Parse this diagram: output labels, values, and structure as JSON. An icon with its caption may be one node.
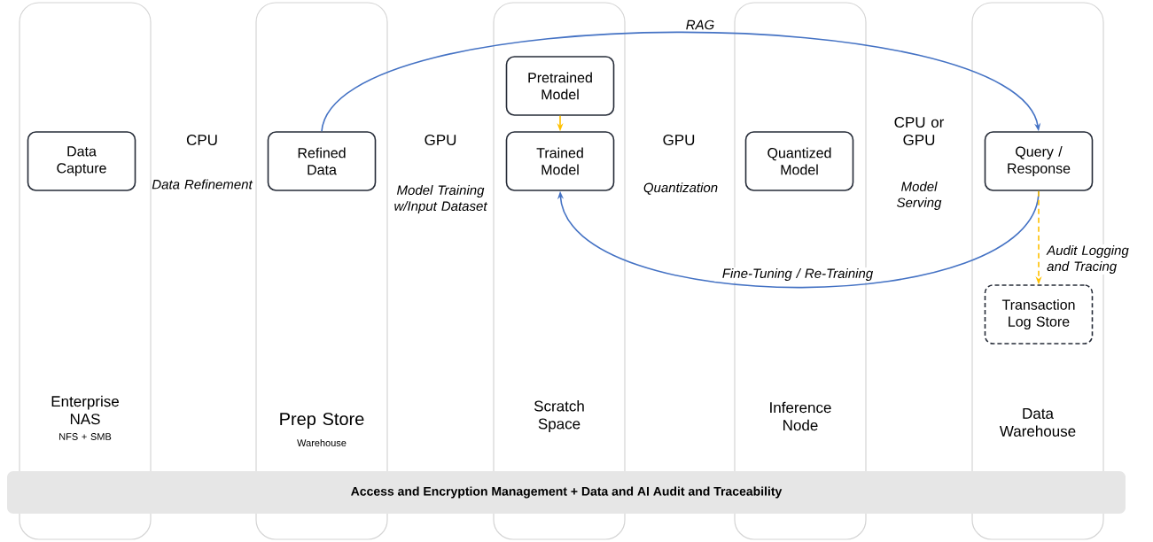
{
  "diagram": {
    "nodes": [
      {
        "text": [
          "Enterprise NAS",
          "NFS + SMB"
        ]
      },
      {
        "text": [
          "Data Capture"
        ],
        "in": 0
      },
      {
        "text": [
          "Prep Store",
          "Warehouse"
        ]
      },
      {
        "text": [
          "Refined Data"
        ],
        "in": 2
      },
      {
        "text": [
          "Scratch Space"
        ]
      },
      {
        "text": [
          "Pretrained Model"
        ],
        "in": 4
      },
      {
        "text": [
          "Trained Model"
        ],
        "in": 4
      },
      {
        "text": [
          "Inference Node"
        ]
      },
      {
        "text": [
          "Quantized Model"
        ],
        "in": 7
      },
      {
        "text": [
          "Data Warehouse"
        ]
      },
      {
        "text": [
          "Query / Response"
        ],
        "in": 9
      },
      {
        "text": [
          "Transaction Log Store"
        ],
        "in": 9
      },
      {
        "text": [
          "Access and Encryption Management + Data and AI Audit and Traceability"
        ]
      }
    ],
    "edges": [
      {
        "from": 3,
        "to": 10,
        "arrow": "to",
        "label": "RAG",
        "color": "#4472c4"
      },
      {
        "from": 10,
        "to": 6,
        "arrow": "to",
        "label": "Fine-Tuning / Re-Training",
        "color": "#4472c4"
      },
      {
        "from": 5,
        "to": 6,
        "arrow": "to",
        "color": "#ffc000"
      },
      {
        "from": 10,
        "to": 11,
        "arrow": "to",
        "label": "Audit Logging and Tracing",
        "style": "dashed",
        "color": "#ffc000"
      }
    ],
    "labels": [
      "CPU",
      "Data Refinement",
      "GPU",
      "Model Training w/Input Dataset",
      "GPU",
      "Quantization",
      "CPU or GPU",
      "Model Serving"
    ]
  }
}
